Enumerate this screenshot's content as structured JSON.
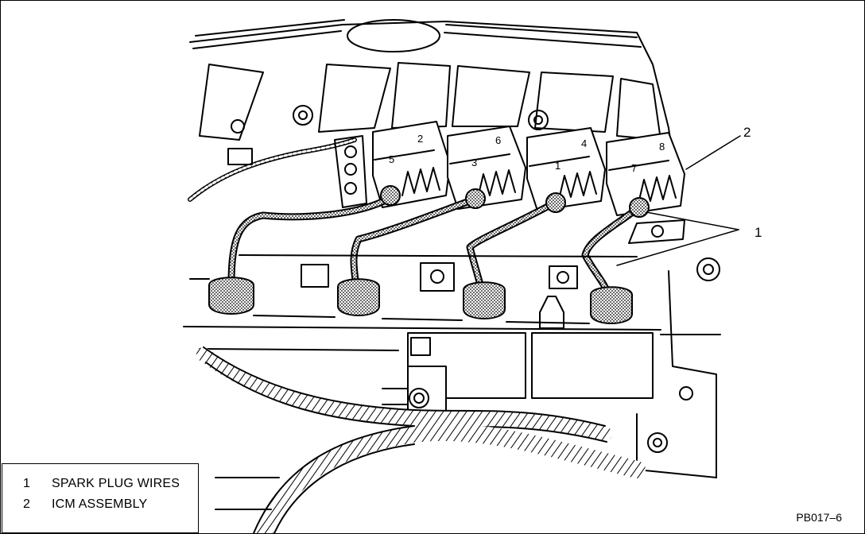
{
  "legend": [
    {
      "number": "1",
      "label": "SPARK PLUG WIRES"
    },
    {
      "number": "2",
      "label": "ICM ASSEMBLY"
    }
  ],
  "callouts": [
    "1",
    "2"
  ],
  "coil_numbers": [
    "2",
    "5",
    "6",
    "3",
    "4",
    "1",
    "8",
    "7"
  ],
  "figure_id": "PB017–6"
}
